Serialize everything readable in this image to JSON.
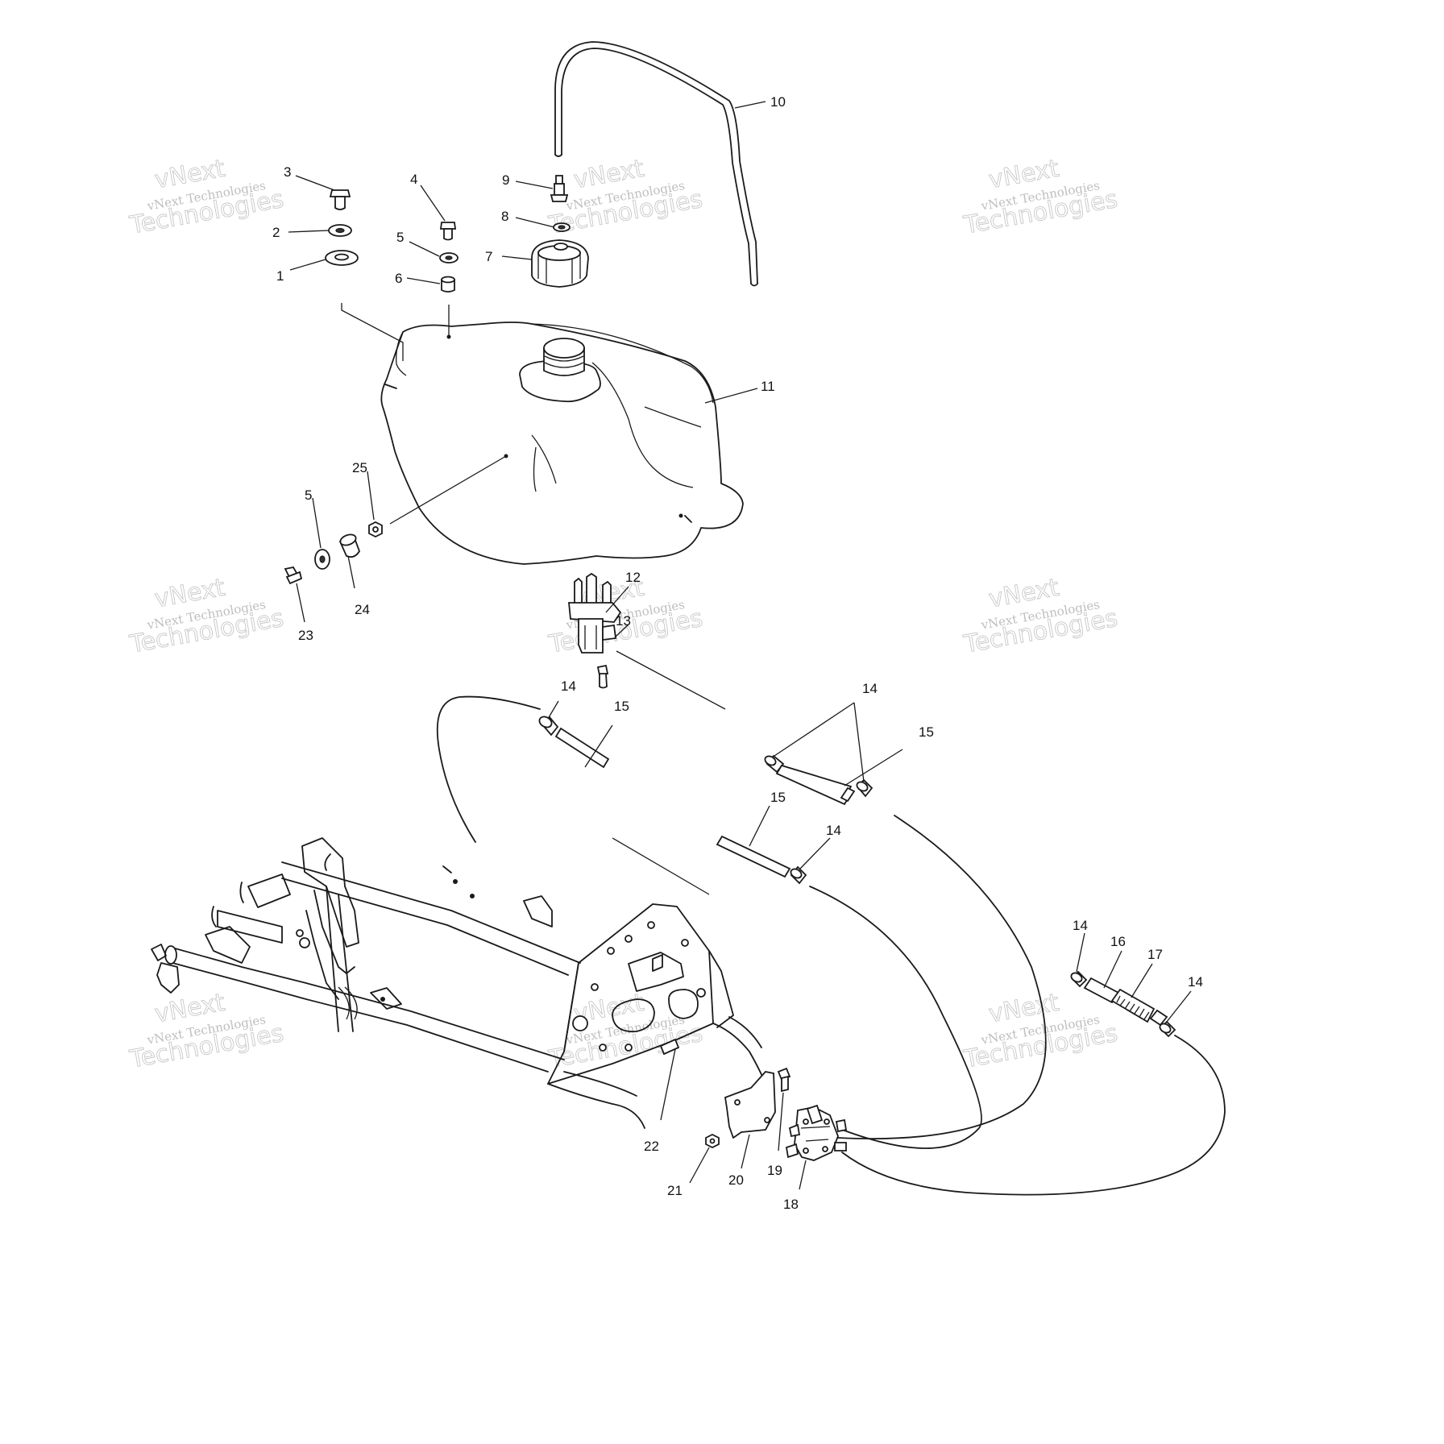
{
  "diagram": {
    "type": "exploded-parts-diagram",
    "callouts": {
      "c1": "1",
      "c2": "2",
      "c3": "3",
      "c4": "4",
      "c5a": "5",
      "c5b": "5",
      "c6": "6",
      "c7": "7",
      "c8": "8",
      "c9": "9",
      "c10": "10",
      "c11": "11",
      "c12": "12",
      "c13": "13",
      "c14a": "14",
      "c14b": "14",
      "c14c": "14",
      "c14d": "14",
      "c14e": "14",
      "c15a": "15",
      "c15b": "15",
      "c15c": "15",
      "c16": "16",
      "c17": "17",
      "c18": "18",
      "c19": "19",
      "c20": "20",
      "c21": "21",
      "c22": "22",
      "c23": "23",
      "c24": "24",
      "c25": "25"
    }
  },
  "watermark": {
    "brand": "vNext Technologies",
    "big_line1": "vNext",
    "big_line2": "Technologies",
    "color": "#9a9a9a"
  },
  "colors": {
    "line": "#1a1a1a",
    "background": "#ffffff"
  }
}
